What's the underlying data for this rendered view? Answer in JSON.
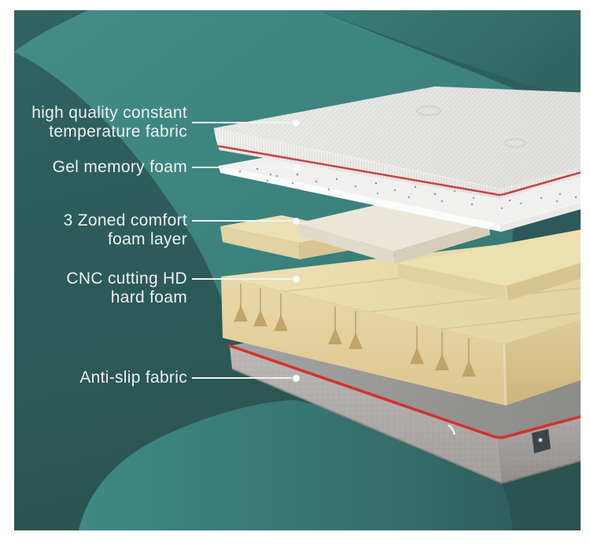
{
  "colors": {
    "background_dark": "#2d5b59",
    "background_light": "#3e8783",
    "piping_red": "#d4302e",
    "label_text": "#edf1f0",
    "foam_tan": "#e9dcae",
    "foam_cream": "#ebe7d8",
    "base_gray": "#b0aeab",
    "fabric_white": "#e9e9e7"
  },
  "labels": [
    {
      "line1": "high quality constant",
      "line2": "temperature fabric"
    },
    {
      "line1": "Gel memory foam",
      "line2": ""
    },
    {
      "line1": "3 Zoned comfort",
      "line2": "foam layer"
    },
    {
      "line1": "CNC cutting HD",
      "line2": "hard foam"
    },
    {
      "line1": "Anti-slip fabric",
      "line2": ""
    }
  ]
}
